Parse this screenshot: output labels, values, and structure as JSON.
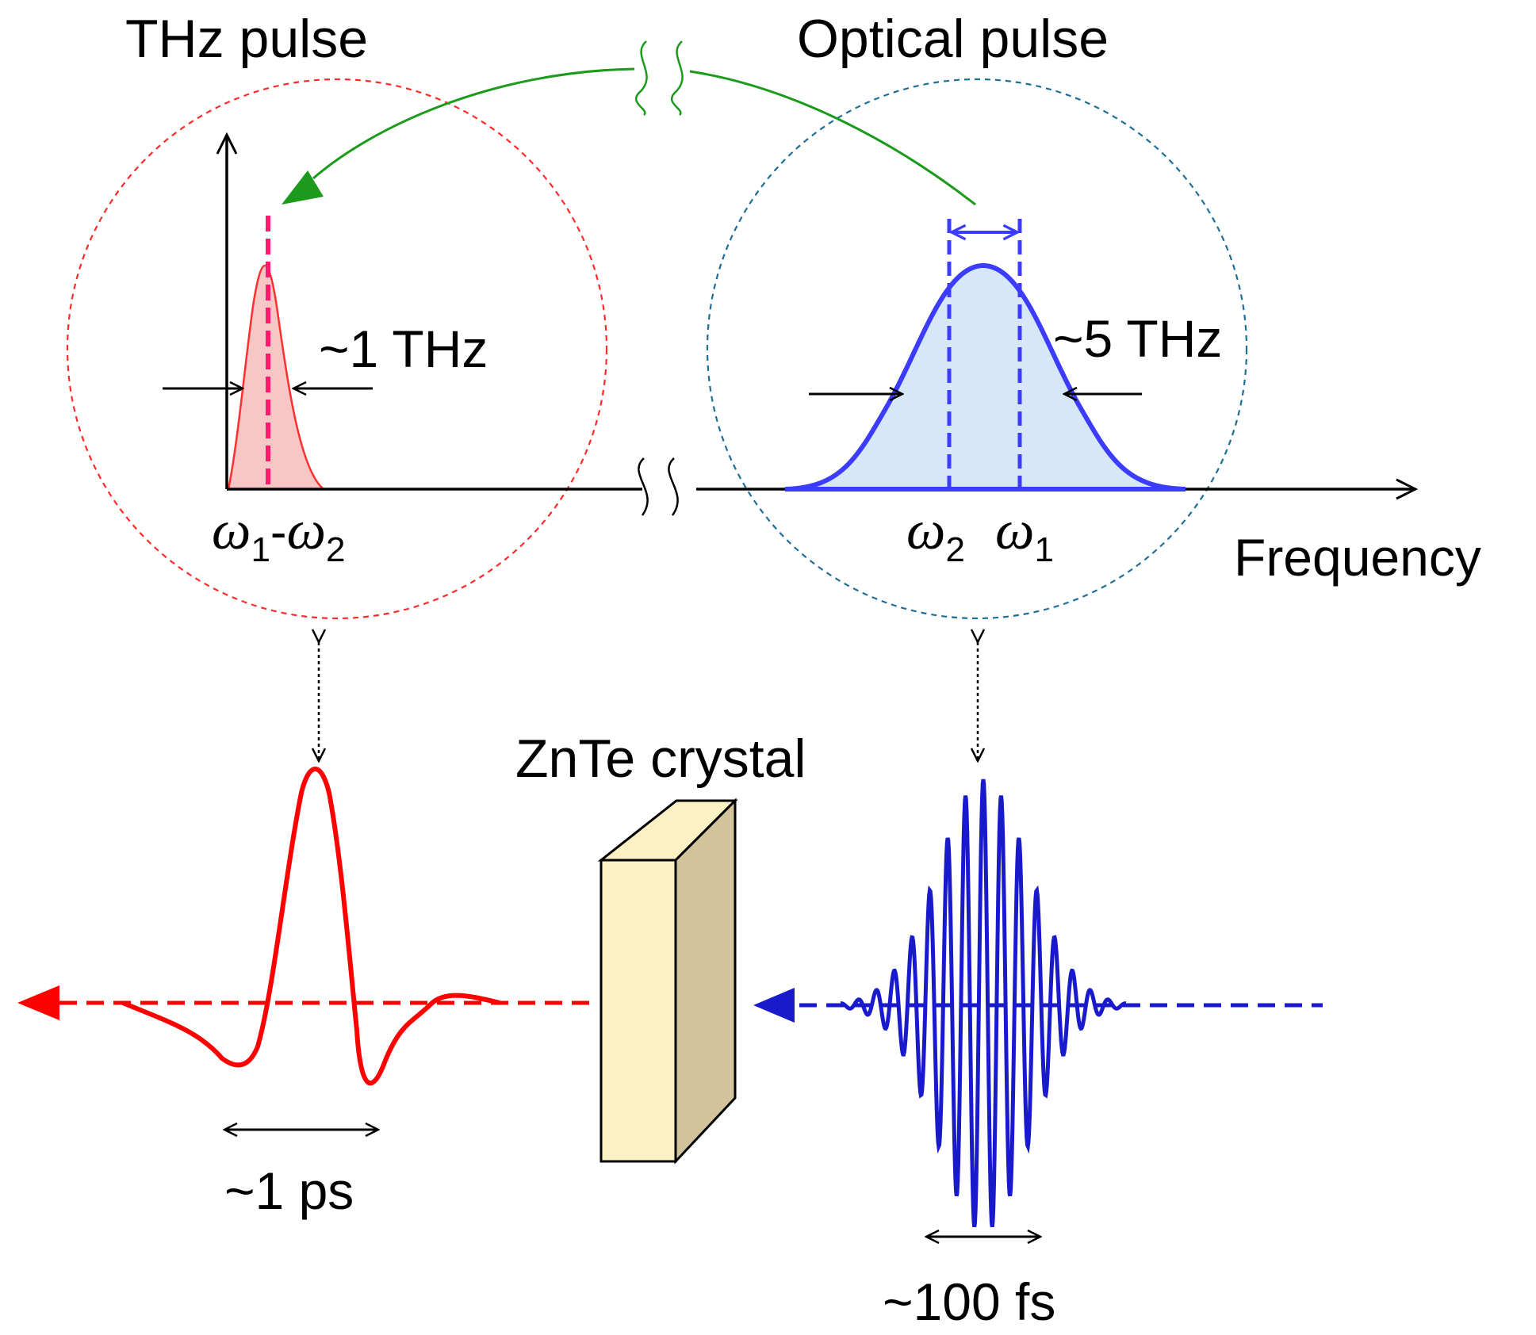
{
  "labels": {
    "thz_title": "THz pulse",
    "optical_title": "Optical pulse",
    "thz_bandwidth": "~1 THz",
    "optical_bandwidth": "~5 THz",
    "frequency_axis": "Frequency",
    "crystal": "ZnTe crystal",
    "thz_duration": "~1 ps",
    "optical_duration": "~100 fs"
  },
  "symbols": {
    "omega": "ω",
    "sub1": "1",
    "sub2": "2",
    "minus": "-"
  },
  "colors": {
    "thz_red": "#ff0000",
    "thz_fill": "#f9c6c6",
    "thz_center_line": "#ff1a6e",
    "thz_circle": "#ff2a2a",
    "optical_blue": "#3c3cff",
    "optical_fill": "#d6e8f8",
    "optical_circle": "#1e6e96",
    "pulse_blue": "#1a1acd",
    "green_arrow": "#1c9a1c",
    "crystal_front": "#fdf0c4",
    "crystal_side": "#d2c39b"
  }
}
